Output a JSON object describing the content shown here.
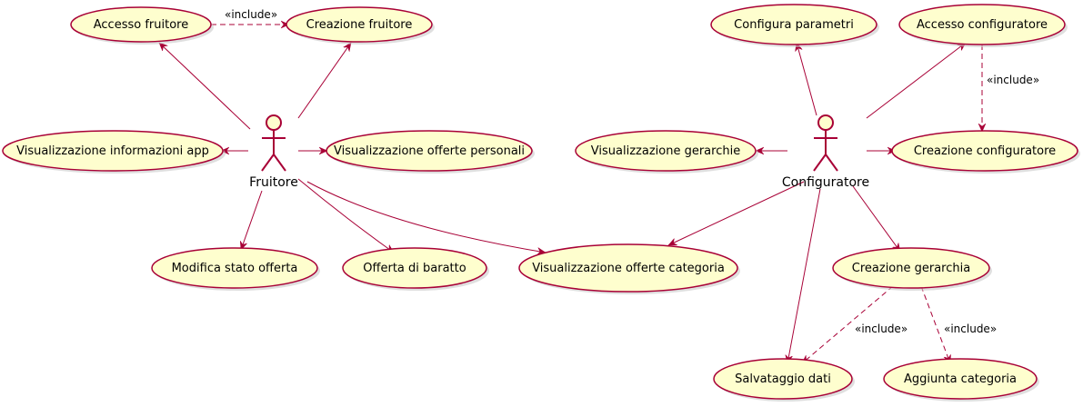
{
  "actors": {
    "fruitore": "Fruitore",
    "configuratore": "Configuratore"
  },
  "use_cases": {
    "accesso_fruitore": "Accesso fruitore",
    "creazione_fruitore": "Creazione fruitore",
    "visualizzazione_informazioni_app": "Visualizzazione informazioni app",
    "visualizzazione_offerte_personali": "Visualizzazione offerte personali",
    "modifica_stato_offerta": "Modifica stato offerta",
    "offerta_di_baratto": "Offerta di baratto",
    "visualizzazione_offerte_categoria": "Visualizzazione offerte categoria",
    "configura_parametri": "Configura parametri",
    "accesso_configuratore": "Accesso configuratore",
    "visualizzazione_gerarchie": "Visualizzazione gerarchie",
    "creazione_configuratore": "Creazione configuratore",
    "creazione_gerarchia": "Creazione gerarchia",
    "salvataggio_dati": "Salvataggio dati",
    "aggiunta_categoria": "Aggiunta categoria"
  },
  "stereotypes": {
    "include_1": "«include»",
    "include_2": "«include»",
    "include_3": "«include»",
    "include_4": "«include»"
  },
  "colors": {
    "usecase_fill": "#FEFECE",
    "border": "#A80036"
  }
}
